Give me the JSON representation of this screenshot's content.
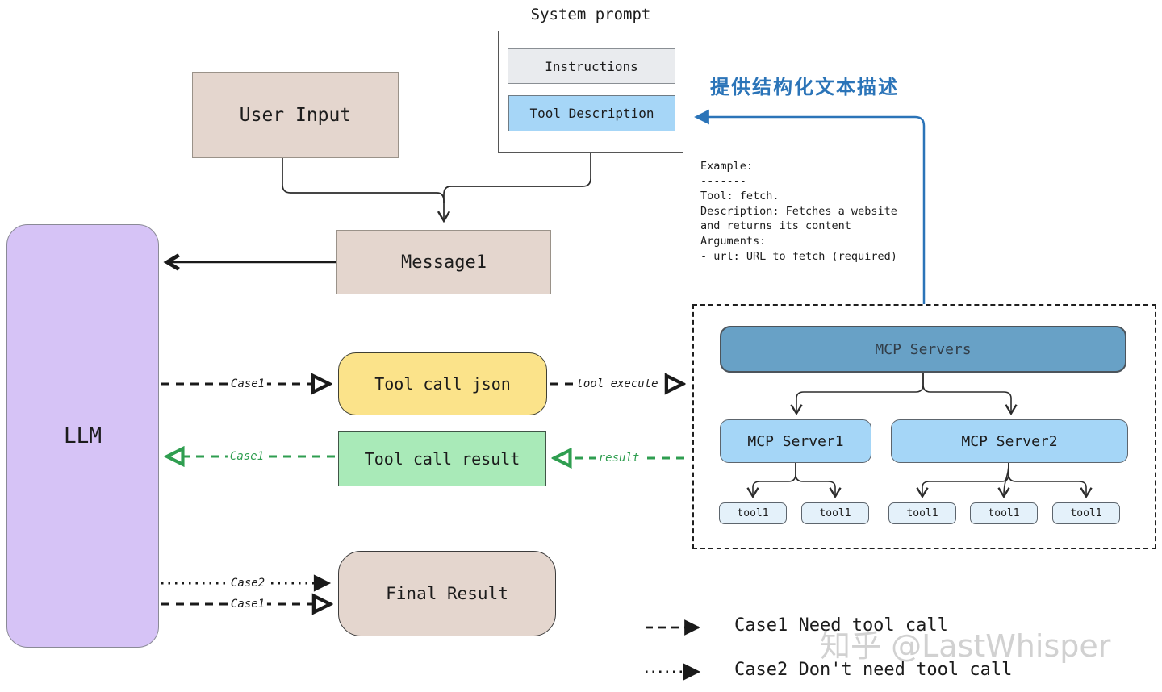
{
  "diagram": {
    "system_prompt": {
      "title": "System prompt",
      "instructions": "Instructions",
      "tool_description": "Tool Description"
    },
    "nodes": {
      "user_input": "User Input",
      "message1": "Message1",
      "llm": "LLM",
      "tool_call_json": "Tool call json",
      "tool_call_result": "Tool call result",
      "final_result": "Final Result"
    },
    "annotation_cn": "提供结构化文本描述",
    "example_block": "Example:\n-------\nTool: fetch.\nDescription: Fetches a website\nand returns its content\nArguments:\n- url: URL to fetch (required)",
    "mcp": {
      "servers": "MCP Servers",
      "server1": "MCP Server1",
      "server2": "MCP Server2",
      "tools": [
        "tool1",
        "tool1",
        "tool1",
        "tool1",
        "tool1"
      ]
    },
    "edge_labels": {
      "case1_to_tool_json": "Case1",
      "tool_execute": "tool execute",
      "case1_to_llm": "Case1",
      "result": "result",
      "case2_to_final": "Case2",
      "case1_to_final": "Case1"
    },
    "legend": {
      "case1": "Case1 Need tool call",
      "case2": "Case2 Don't need tool call"
    },
    "watermark": "知乎 @LastWhisper"
  },
  "colors": {
    "accent-blue": "#2b74b8",
    "accent-green": "#2f9e50",
    "beige": "#e4d6ce",
    "purple": "#d6c3f6",
    "yellow": "#fbe38a",
    "green": "#a9eab8",
    "steel": "#68a1c6",
    "lightblue": "#a5d6f7",
    "paleblue": "#e4f1fa",
    "instr-gray": "#e9ebee",
    "tooldesc-blue": "#a6d6f7",
    "watermark-gray": "#c6c6c6"
  }
}
